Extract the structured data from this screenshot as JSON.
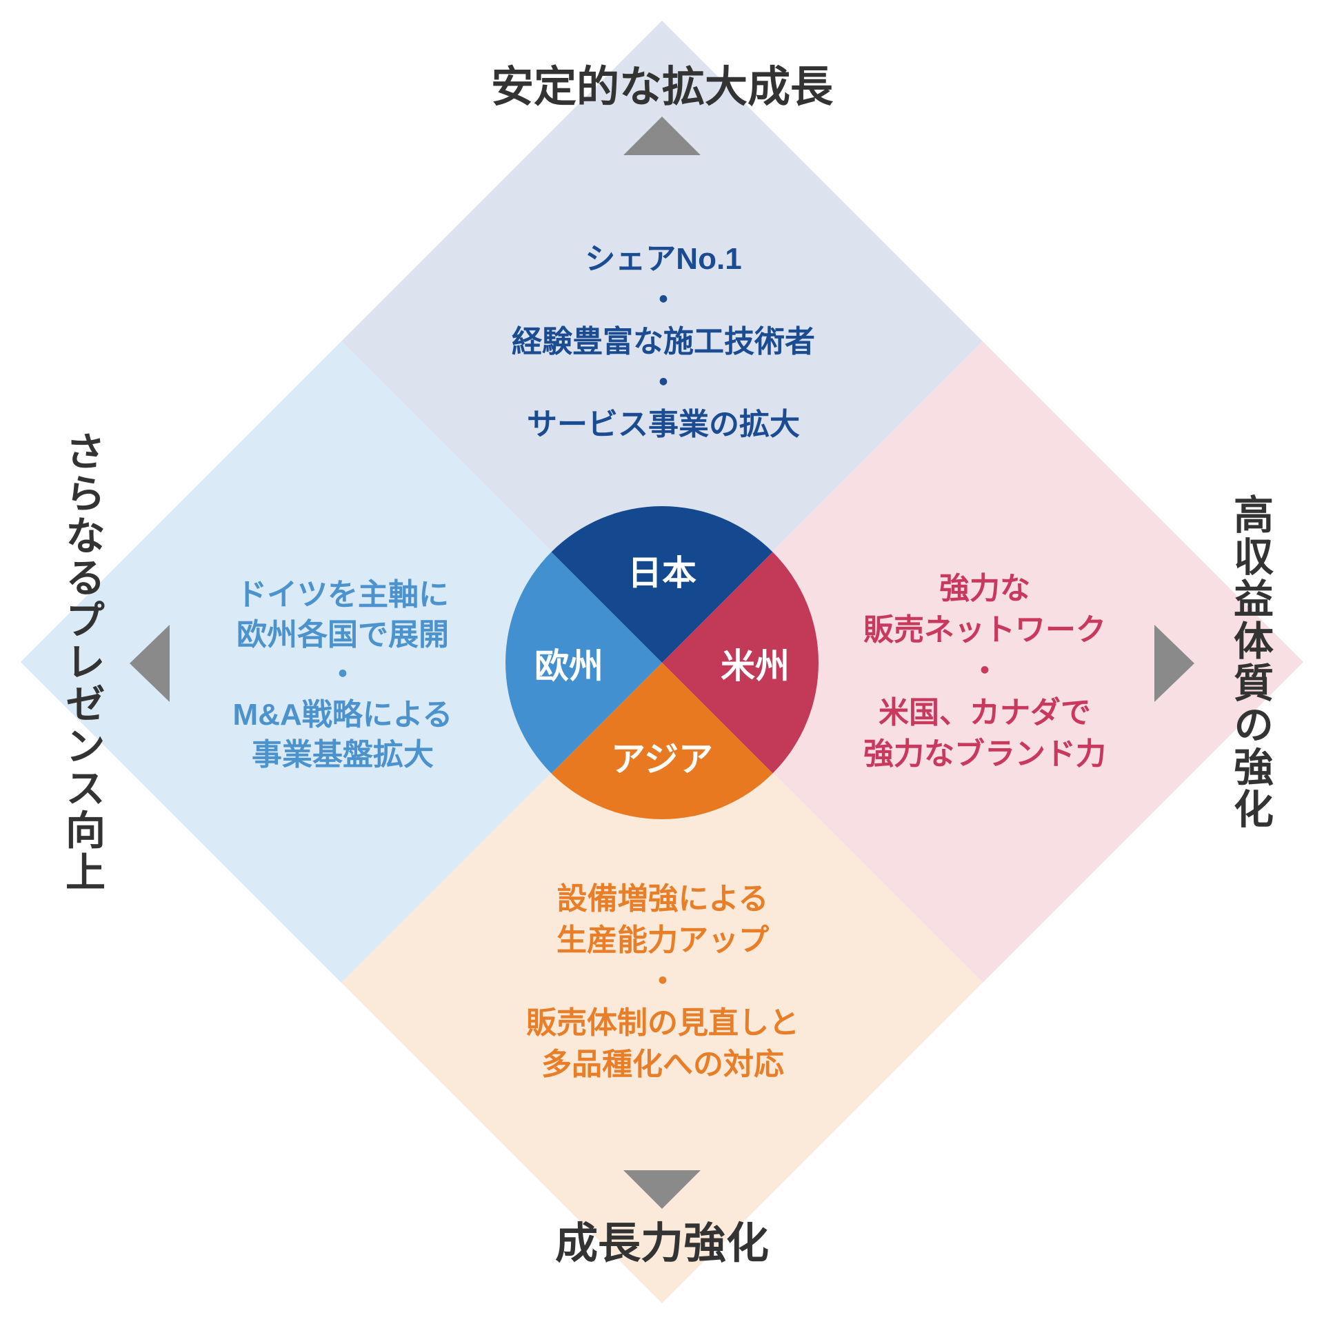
{
  "axes": {
    "top": {
      "label": "安定的な拡大成長"
    },
    "right": {
      "label": "高収益体質の強化"
    },
    "bottom": {
      "label": "成長力強化"
    },
    "left": {
      "label": "さらなるプレゼンス向上"
    }
  },
  "regions": {
    "japan": {
      "pie_label": "日本",
      "pie_color": "#15498F",
      "bg_color": "#DCE3EF",
      "text_color": "#1B4B90",
      "lines": [
        "シェアNo.1",
        "・",
        "経験豊富な施工技術者",
        "・",
        "サービス事業の拡大"
      ]
    },
    "americas": {
      "pie_label": "米州",
      "pie_color": "#C23A58",
      "bg_color": "#F8DFE3",
      "text_color": "#C9395E",
      "lines": [
        "強力な",
        "販売ネットワーク",
        "・",
        "米国、カナダで",
        "強力なブランド力"
      ]
    },
    "asia": {
      "pie_label": "アジア",
      "pie_color": "#E97920",
      "bg_color": "#FBE9D9",
      "text_color": "#E87E28",
      "lines": [
        "設備増強による",
        "生産能力アップ",
        "・",
        "販売体制の見直しと",
        "多品種化への対応"
      ]
    },
    "europe": {
      "pie_label": "欧州",
      "pie_color": "#4290D0",
      "bg_color": "#DBEAF7",
      "text_color": "#4C92CC",
      "lines": [
        "ドイツを主軸に",
        "欧州各国で展開",
        "・",
        "M&A戦略による",
        "事業基盤拡大"
      ]
    }
  },
  "arrow_color": "#8A8A8A"
}
